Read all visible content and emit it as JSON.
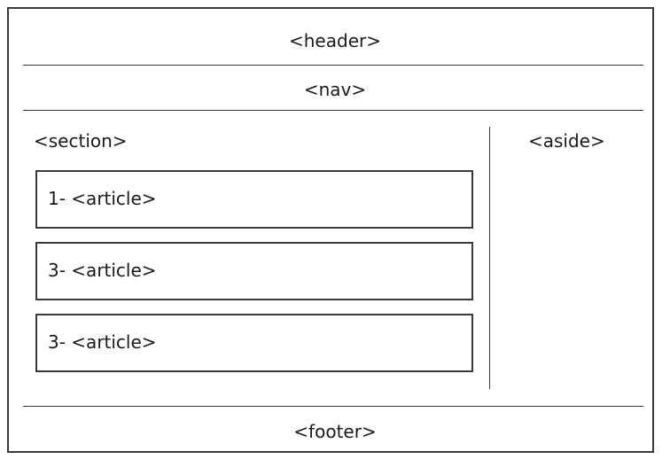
{
  "diagram": {
    "header": "<header>",
    "nav": "<nav>",
    "section": {
      "label": "<section>",
      "articles": [
        {
          "label": "1- <article>"
        },
        {
          "label": "3- <article>"
        },
        {
          "label": "3- <article>"
        }
      ]
    },
    "aside": "<aside>",
    "footer": "<footer>"
  }
}
